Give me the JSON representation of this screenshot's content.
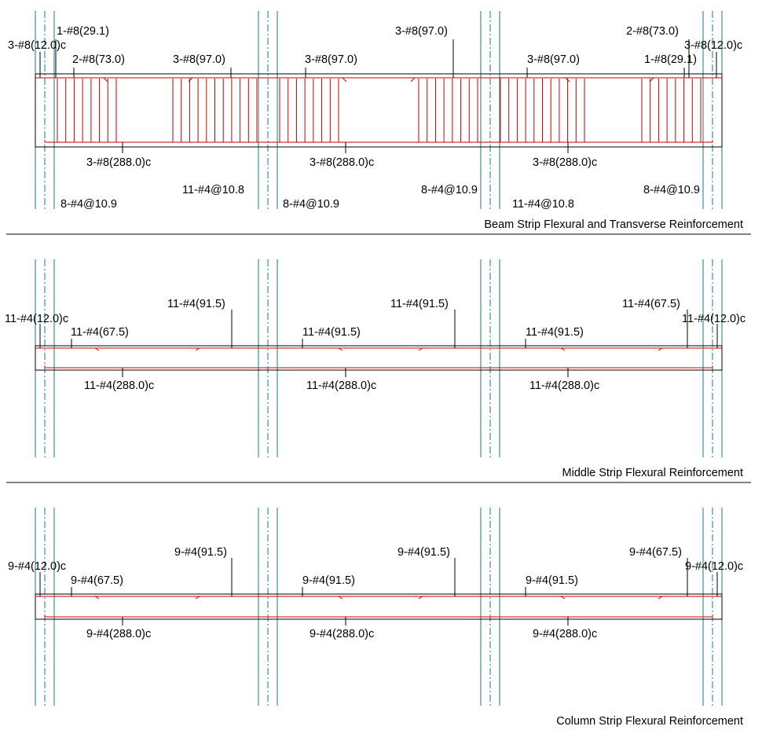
{
  "colors": {
    "background": "#ffffff",
    "outline": "#000000",
    "gridline": "#1a7a80",
    "rebar": "#cc0000"
  },
  "beam_strip": {
    "title": "Beam Strip Flexural and Transverse Reinforcement",
    "top_labels": [
      "3-#8(12.0)c",
      "1-#8(29.1)",
      "2-#8(73.0)",
      "3-#8(97.0)",
      "3-#8(97.0)",
      "3-#8(97.0)",
      "3-#8(97.0)",
      "2-#8(73.0)",
      "1-#8(29.1)",
      "3-#8(12.0)c"
    ],
    "bottom_labels": [
      "3-#8(288.0)c",
      "3-#8(288.0)c",
      "3-#8(288.0)c"
    ],
    "stirrup_labels": [
      "8-#4@10.9",
      "11-#4@10.8",
      "8-#4@10.9",
      "8-#4@10.9",
      "11-#4@10.8",
      "8-#4@10.9"
    ]
  },
  "middle_strip": {
    "title": "Middle Strip Flexural Reinforcement",
    "top_labels": [
      "11-#4(12.0)c",
      "11-#4(67.5)",
      "11-#4(91.5)",
      "11-#4(91.5)",
      "11-#4(91.5)",
      "11-#4(91.5)",
      "11-#4(67.5)",
      "11-#4(12.0)c"
    ],
    "bottom_labels": [
      "11-#4(288.0)c",
      "11-#4(288.0)c",
      "11-#4(288.0)c"
    ]
  },
  "column_strip": {
    "title": "Column Strip Flexural Reinforcement",
    "top_labels": [
      "9-#4(12.0)c",
      "9-#4(67.5)",
      "9-#4(91.5)",
      "9-#4(91.5)",
      "9-#4(91.5)",
      "9-#4(91.5)",
      "9-#4(67.5)",
      "9-#4(12.0)c"
    ],
    "bottom_labels": [
      "9-#4(288.0)c",
      "9-#4(288.0)c",
      "9-#4(288.0)c"
    ]
  }
}
